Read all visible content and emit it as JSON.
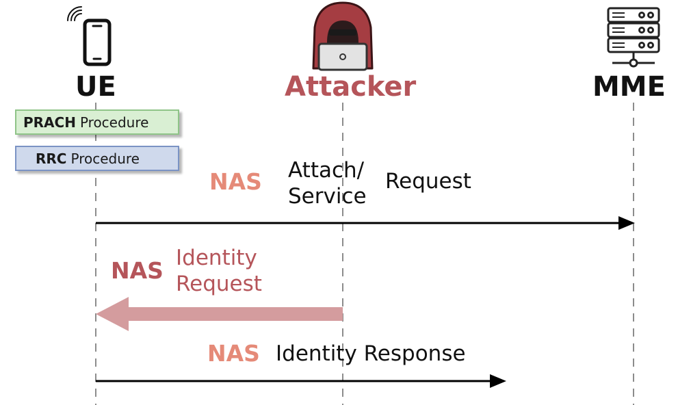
{
  "entities": {
    "ue": "UE",
    "attacker": "Attacker",
    "mme": "MME"
  },
  "procedures": {
    "prach": {
      "bold": "PRACH",
      "rest": "Procedure"
    },
    "rrc": {
      "bold": "RRC",
      "rest": "Procedure"
    }
  },
  "messages": {
    "m1": {
      "protocol": "NAS",
      "line1": "Attach/",
      "line2": "Service",
      "tail": "Request"
    },
    "m2": {
      "protocol": "NAS",
      "line1": "Identity",
      "line2": "Request"
    },
    "m3": {
      "protocol": "NAS",
      "text": "Identity Response"
    }
  },
  "colors": {
    "attacker": "#b5555a",
    "nas_salmon": "#e58a78",
    "attack_arrow": "#d49c9e",
    "prach_fill": "#d9efd3",
    "prach_border": "#8fc488",
    "rrc_fill": "#cfd9ec",
    "rrc_border": "#7b93c4",
    "lifeline": "#8c8c8c"
  },
  "icons": {
    "ue": "smartphone-wifi-icon",
    "attacker": "hooded-hacker-laptop-icon",
    "mme": "server-rack-network-icon"
  }
}
